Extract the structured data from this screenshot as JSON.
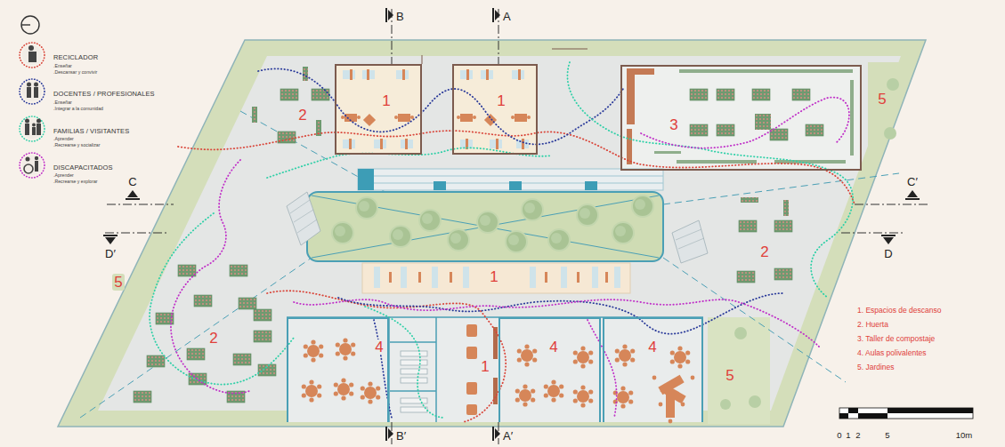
{
  "diagram": {
    "nodes": [
      {
        "text": [
          "1"
        ]
      },
      {
        "text": [
          "1"
        ]
      },
      {
        "text": [
          "3"
        ]
      },
      {
        "text": [
          "1"
        ]
      },
      {
        "text": [
          "4"
        ]
      },
      {
        "text": [
          "4"
        ]
      },
      {
        "text": [
          "4"
        ]
      }
    ],
    "labels": [
      ".Enseñar",
      ".Descansar y convivir",
      ".Enseñar",
      ".Integrar a la comunidad",
      ".Aprender",
      ".Recrearse y socializar",
      ".Aprender",
      ".Recrearse y explorar",
      "B",
      "A",
      "C",
      "C′",
      "D′",
      "D",
      "B′",
      "A′",
      "2",
      "2",
      "2",
      "5",
      "5",
      "5",
      "1",
      "1. Espacios de descanso",
      "2. Huerta",
      "3. Taller de compostaje",
      "4. Aulas polivalentes",
      "5. Jardines",
      "0",
      "1",
      "2",
      "5",
      "10m"
    ],
    "legend": [
      {
        "text": "RECICLADOR"
      },
      {
        "text": "DOCENTES / PROFESIONALES"
      },
      {
        "text": "FAMILIAS / VISITANTES"
      },
      {
        "text": "DISCAPACITADOS"
      }
    ]
  }
}
